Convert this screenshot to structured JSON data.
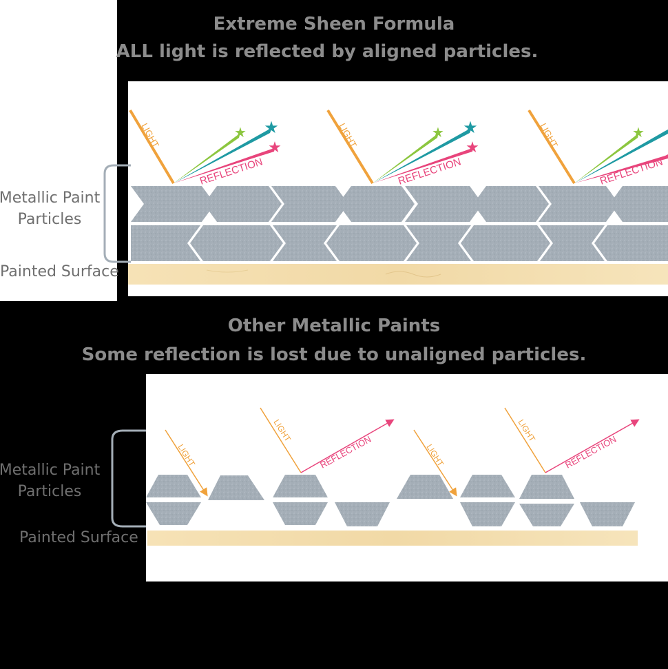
{
  "top_panel": {
    "title_line1": "Extreme Sheen Formula",
    "title_line2": "ALL light is reflected by aligned particles.",
    "particles_label_line1": "Metallic Paint",
    "particles_label_line2": "Particles",
    "surface_label": "Painted Surface",
    "light_label": "LIGHT",
    "reflection_label": "REFLECTION"
  },
  "bottom_panel": {
    "title_line1": "Other Metallic Paints",
    "title_line2": "Some reflection is lost due to unaligned particles.",
    "particles_label_line1": "Metallic Paint",
    "particles_label_line2": "Particles",
    "surface_label": "Painted Surface",
    "light_label": "LIGHT",
    "reflection_label": "REFLECTION"
  },
  "colors": {
    "background": "#000000",
    "panel": "#ffffff",
    "particle": "#a4aeb7",
    "surface": "#f4dfb1",
    "light": "#f0a23c",
    "reflection": "#e8457c",
    "teal_star": "#1f9aa3",
    "green_star": "#8cc63f",
    "title": "#8c8c8c",
    "label": "#6f6f6f"
  }
}
